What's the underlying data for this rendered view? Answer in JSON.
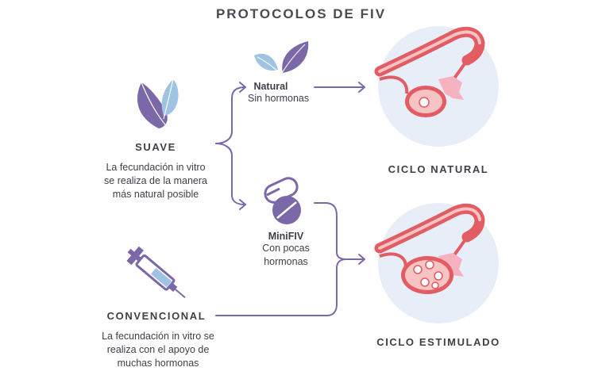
{
  "title": "PROTOCOLOS DE FIV",
  "suave": {
    "heading": "SUAVE",
    "description": [
      "La fecundación in vitro",
      "se realiza de la manera",
      "más natural posible"
    ],
    "icon": "feathers-icon"
  },
  "convencional": {
    "heading": "CONVENCIONAL",
    "description": [
      "La fecundación in vitro se",
      "realiza con el apoyo de",
      "muchas hormonas"
    ],
    "icon": "syringe-icon"
  },
  "natural": {
    "name": "Natural",
    "detail": "Sin hormonas",
    "icon": "leaves-icon"
  },
  "minifiv": {
    "name": "MiniFIV",
    "detail": [
      "Con pocas",
      "hormonas"
    ],
    "icon": "pills-icon"
  },
  "results": {
    "natural_cycle": "CICLO NATURAL",
    "stimulated_cycle": "CICLO ESTIMULADO"
  },
  "colors": {
    "purple": "#7b68a8",
    "light_blue": "#9fc3e3",
    "circle_bg": "#e8eef8",
    "uterus_red": "#e35b63",
    "uterus_pink": "#f7c3c3",
    "fimbria": "#f6b2c0"
  }
}
